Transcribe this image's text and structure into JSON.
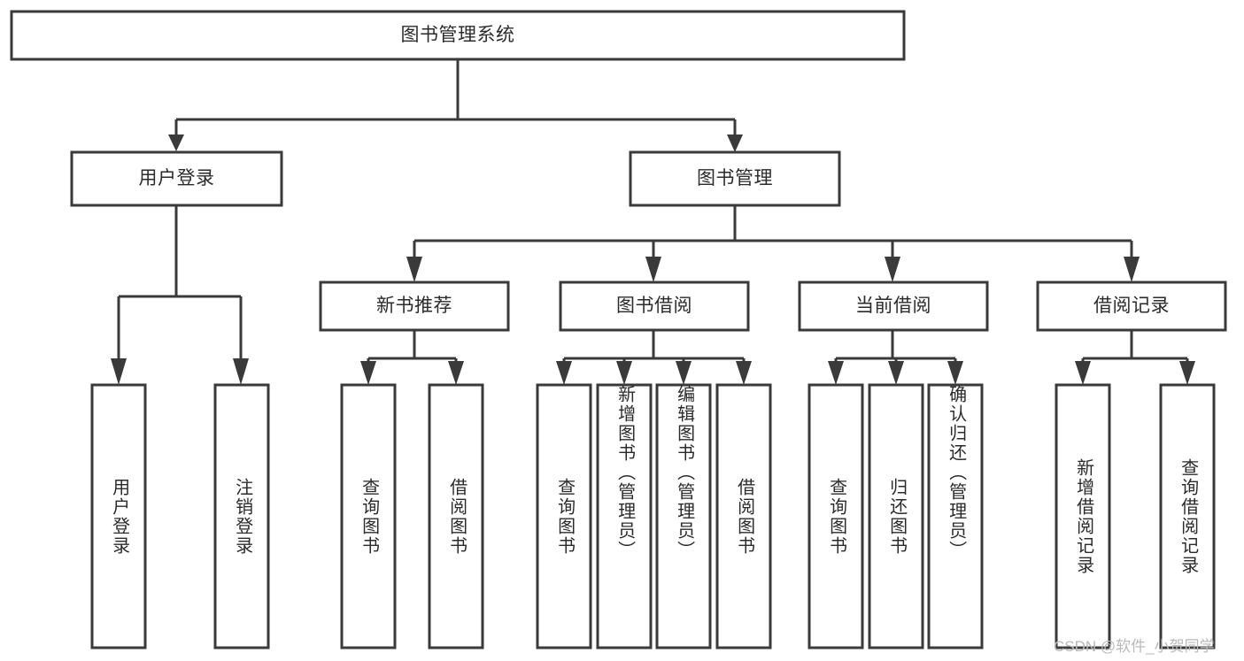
{
  "diagram": {
    "type": "tree-hierarchy-chart",
    "title": "图书管理系统",
    "orientation": "top-down",
    "colors": {
      "box_stroke": "#3a3a3a",
      "box_fill": "#ffffff",
      "connector": "#3a3a3a",
      "text": "#2b2b2b",
      "background": "#ffffff",
      "watermark": "#b9b9b9"
    },
    "root": {
      "id": "root",
      "label": "图书管理系统",
      "orientation": "horizontal"
    },
    "level2": [
      {
        "id": "user-login",
        "label": "用户登录",
        "orientation": "horizontal"
      },
      {
        "id": "book-management",
        "label": "图书管理",
        "orientation": "horizontal"
      }
    ],
    "level3": [
      {
        "id": "new-book-recommend",
        "label": "新书推荐",
        "parent": "book-management",
        "orientation": "horizontal"
      },
      {
        "id": "book-borrow",
        "label": "图书借阅",
        "parent": "book-management",
        "orientation": "horizontal"
      },
      {
        "id": "current-borrow",
        "label": "当前借阅",
        "parent": "book-management",
        "orientation": "horizontal"
      },
      {
        "id": "borrow-record",
        "label": "借阅记录",
        "parent": "book-management",
        "orientation": "horizontal"
      }
    ],
    "leaves": [
      {
        "id": "leaf-user-login",
        "label": "用户登录",
        "parent": "user-login",
        "orientation": "vertical"
      },
      {
        "id": "leaf-user-logout",
        "label": "注销登录",
        "parent": "user-login",
        "orientation": "vertical"
      },
      {
        "id": "leaf-query-book-1",
        "label": "查询图书",
        "parent": "new-book-recommend",
        "orientation": "vertical"
      },
      {
        "id": "leaf-borrow-book-1",
        "label": "借阅图书",
        "parent": "new-book-recommend",
        "orientation": "vertical"
      },
      {
        "id": "leaf-query-book-2",
        "label": "查询图书",
        "parent": "book-borrow",
        "orientation": "vertical"
      },
      {
        "id": "leaf-add-book",
        "label": "新增图书（管理员）",
        "parent": "book-borrow",
        "orientation": "vertical"
      },
      {
        "id": "leaf-edit-book",
        "label": "编辑图书（管理员）",
        "parent": "book-borrow",
        "orientation": "vertical"
      },
      {
        "id": "leaf-borrow-book-2",
        "label": "借阅图书",
        "parent": "book-borrow",
        "orientation": "vertical"
      },
      {
        "id": "leaf-query-book-3",
        "label": "查询图书",
        "parent": "current-borrow",
        "orientation": "vertical"
      },
      {
        "id": "leaf-return-book",
        "label": "归还图书",
        "parent": "current-borrow",
        "orientation": "vertical"
      },
      {
        "id": "leaf-confirm-return",
        "label": "确认归还（管理员）",
        "parent": "current-borrow",
        "orientation": "vertical"
      },
      {
        "id": "leaf-add-record",
        "label": "新增借阅记录",
        "parent": "borrow-record",
        "orientation": "vertical"
      },
      {
        "id": "leaf-query-record",
        "label": "查询借阅记录",
        "parent": "borrow-record",
        "orientation": "vertical"
      }
    ],
    "watermark": "CSDN @软件_小贺同学"
  }
}
